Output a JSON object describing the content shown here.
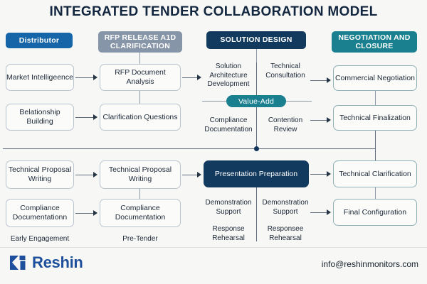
{
  "title": "INTEGRATED TENDER COLLABORATION MODEL",
  "colors": {
    "background": "#f7f7f5",
    "distributor_blue": "#1565a8",
    "rfp_slate": "#8795a8",
    "solution_navy": "#123a5e",
    "negotiation_teal": "#1a8090",
    "value_add_teal": "#1a8090",
    "box_border": "#b9c4ce",
    "line": "#5d6b7a",
    "logo_blue": "#1d4f9c",
    "title_color": "#12263f"
  },
  "phases": [
    {
      "label": "Distributor",
      "color": "#1565a8",
      "name": "phase-distributor"
    },
    {
      "label": "RFP RELEASE A1D CLARIFICATION",
      "color": "#8795a8",
      "name": "phase-rfp-release"
    },
    {
      "label": "SOLUTION DESIGN",
      "color": "#123a5e",
      "name": "phase-solution-design"
    },
    {
      "label": "NEGOTIATION AND CLOSURE",
      "color": "#1a8090",
      "name": "phase-negotiation-closure"
    }
  ],
  "upper": {
    "col1": [
      {
        "label": "Market Intelligeence"
      },
      {
        "label": "Belationship Building"
      }
    ],
    "col2": [
      {
        "label": "RFP Document Analysis"
      },
      {
        "label": "Clarification Questions"
      }
    ],
    "mid": {
      "top_left": "Solution Architecture Development",
      "top_right": "Technical Consultation",
      "bottom_left": "Compliance Documentation",
      "bottom_right": "Contention Review",
      "chip": "Value-Add"
    },
    "col4": [
      {
        "label": "Commercial Negotiation"
      },
      {
        "label": "Technical Finalization"
      }
    ]
  },
  "lower": {
    "col1": [
      {
        "label": "Technical Proposal Writing"
      },
      {
        "label": "Compliance Documentationn"
      }
    ],
    "col2": [
      {
        "label": "Technical Proposal Writing"
      },
      {
        "label": "Compliance Documentation"
      }
    ],
    "mid": {
      "box": "Presentation Preparation",
      "left_top": "Demonstration Support",
      "right_top": "Demonstration Support",
      "left_bottom": "Response Rehearsal",
      "right_bottom": "Responsee Rehearsal"
    },
    "col4": [
      {
        "label": "Technical Clarification"
      },
      {
        "label": "Final Configuration"
      }
    ]
  },
  "captions": [
    {
      "label": "Early Engagement"
    },
    {
      "label": "Pre-Tender"
    }
  ],
  "footer": {
    "brand": "Reshin",
    "email": "info@reshinmonitors.com"
  }
}
